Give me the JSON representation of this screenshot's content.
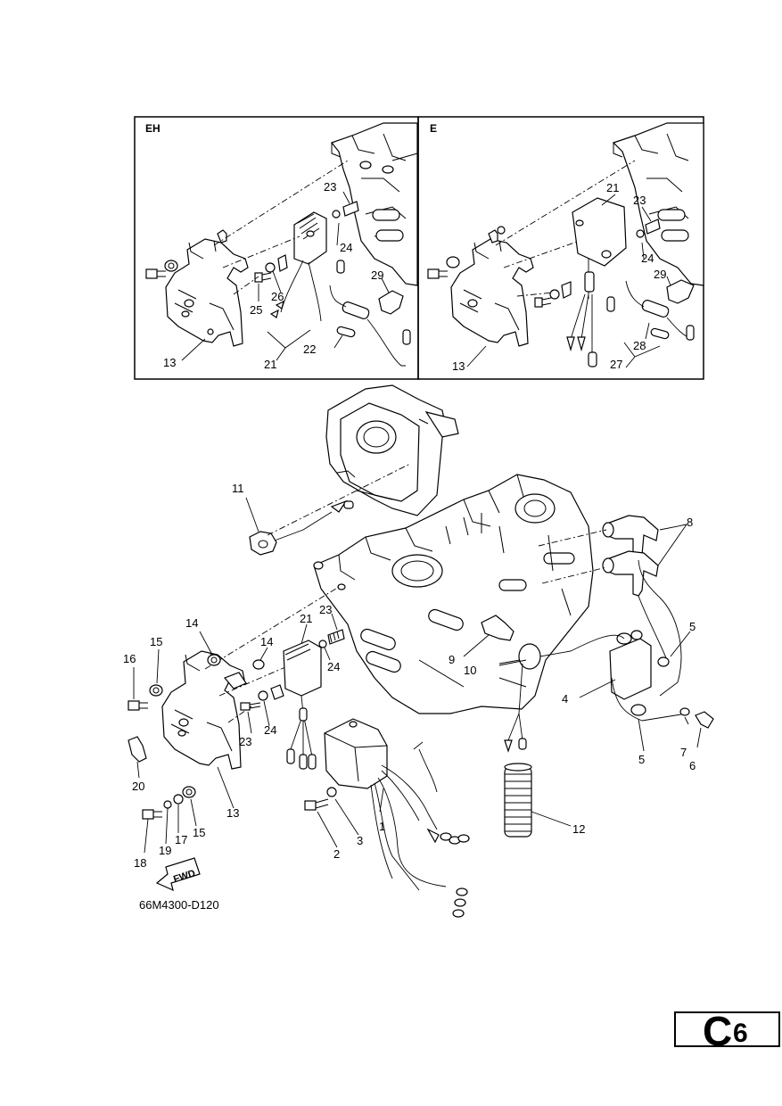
{
  "insets": [
    {
      "id": "eh",
      "header": "EH"
    },
    {
      "id": "e",
      "header": "E"
    }
  ],
  "callouts": {
    "eh_23": "23",
    "eh_24": "24",
    "eh_25": "25",
    "eh_26": "26",
    "eh_29": "29",
    "eh_22": "22",
    "eh_21": "21",
    "eh_13": "13",
    "e_21": "21",
    "e_23": "23",
    "e_24": "24",
    "e_29": "29",
    "e_28": "28",
    "e_27": "27",
    "e_13": "13",
    "m_11": "11",
    "m_8": "8",
    "m_14a": "14",
    "m_14b": "14",
    "m_21": "21",
    "m_23a": "23",
    "m_24a": "24",
    "m_15a": "15",
    "m_16": "16",
    "m_5a": "5",
    "m_9": "9",
    "m_10": "10",
    "m_4": "4",
    "m_23b": "23",
    "m_24b": "24",
    "m_7": "7",
    "m_5b": "5",
    "m_6": "6",
    "m_20": "20",
    "m_13": "13",
    "m_3": "3",
    "m_1": "1",
    "m_12": "12",
    "m_19": "19",
    "m_17": "17",
    "m_15b": "15",
    "m_18": "18",
    "m_2": "2"
  },
  "fwd_label": "FWD",
  "drawing_code": "66M4300-D120",
  "page_tab": {
    "letter": "C",
    "number": "6"
  }
}
